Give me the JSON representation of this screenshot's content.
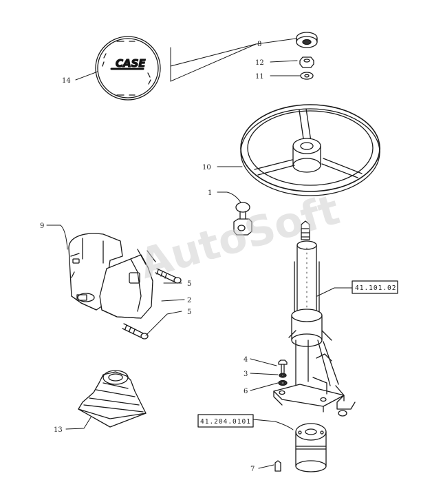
{
  "diagram": {
    "logo_text": "CASE",
    "watermark": "AutoSoft",
    "callouts": {
      "c1": "1",
      "c2": "2",
      "c3": "3",
      "c4": "4",
      "c5a": "5",
      "c5b": "5",
      "c6": "6",
      "c7": "7",
      "c8": "8",
      "c9": "9",
      "c10": "10",
      "c11": "11",
      "c12": "12",
      "c13": "13",
      "c14": "14"
    },
    "refs": {
      "ref_a": "41.101.02",
      "ref_b": "41.204.0101"
    }
  }
}
